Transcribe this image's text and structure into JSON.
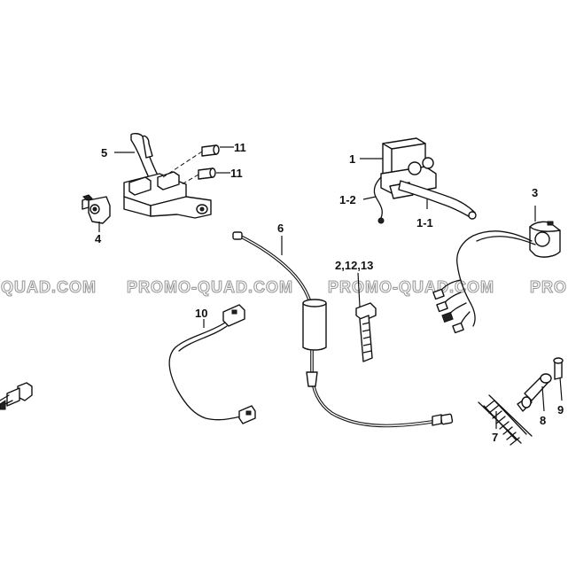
{
  "watermark": {
    "texts": [
      "-QUAD.COM",
      "PROMO-QUAD.COM",
      "PROMO-QUAD.COM",
      "PROMO-QUAD.COM",
      "PRO"
    ]
  },
  "callouts": {
    "p1": "1",
    "p1_1": "1-1",
    "p1_2": "1-2",
    "p2_12_13": "2,12,13",
    "p3": "3",
    "p4": "4",
    "p5": "5",
    "p6": "6",
    "p7": "7",
    "p8": "8",
    "p9": "9",
    "p10": "10",
    "p11a": "11",
    "p11b": "11"
  }
}
